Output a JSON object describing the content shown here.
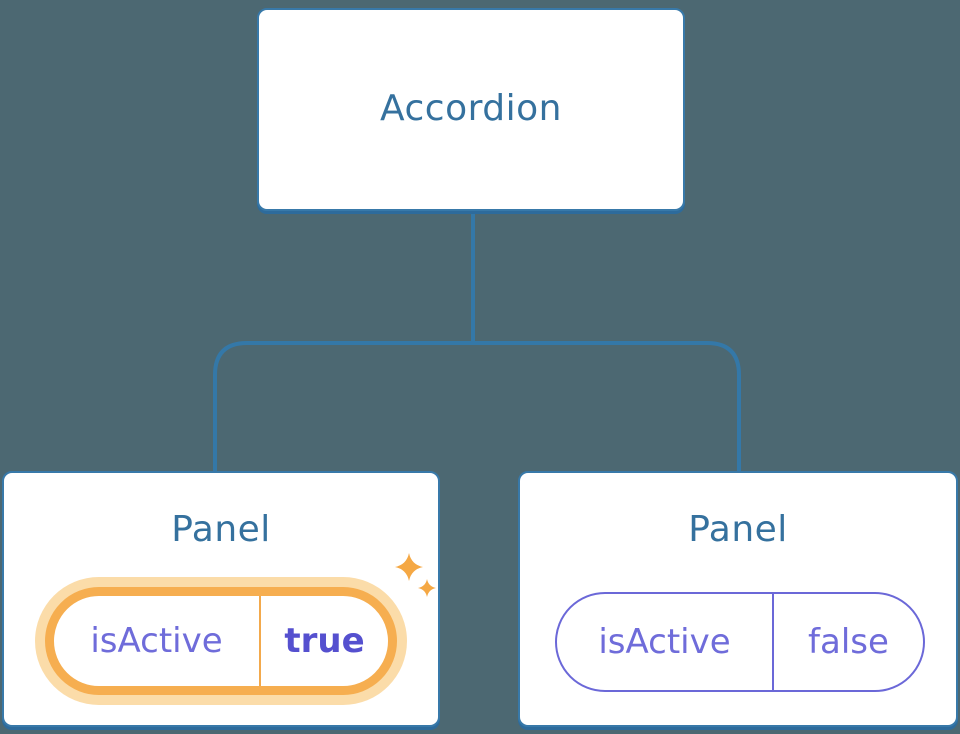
{
  "diagram": {
    "root": {
      "label": "Accordion"
    },
    "panels": [
      {
        "title": "Panel",
        "state_key": "isActive",
        "state_value": "true",
        "active": true,
        "highlight_icon": "sparkles-icon"
      },
      {
        "title": "Panel",
        "state_key": "isActive",
        "state_value": "false",
        "active": false
      }
    ]
  },
  "colors": {
    "background": "#4C6872",
    "node_border": "#3879A9",
    "node_shadow": "#2D6B9C",
    "title_text": "#35719E",
    "connector": "#3478A8",
    "state_text": "#6F6CDA",
    "state_value_active_text": "#5550CF",
    "active_border": "#F6AE50",
    "active_glow": "#FBDCA9",
    "sparkle": "#F5A844",
    "inactive_border": "#6B68D8"
  }
}
